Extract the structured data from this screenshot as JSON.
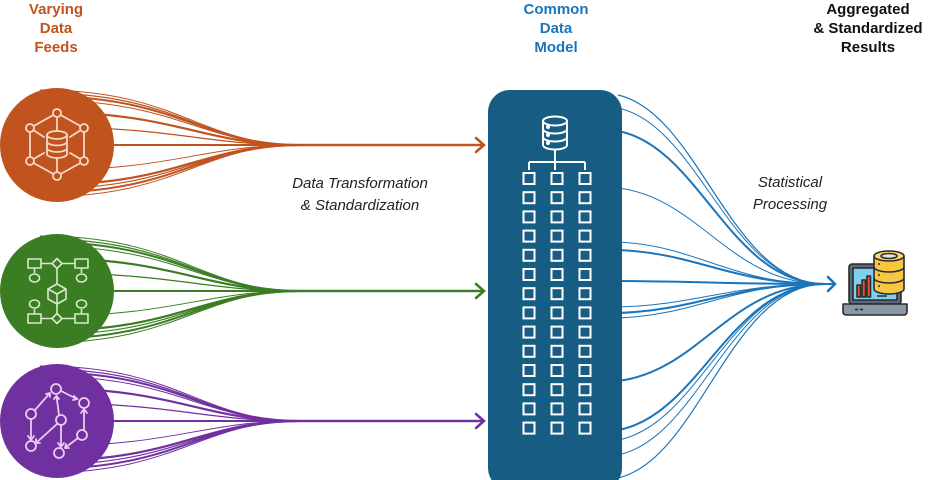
{
  "headings": {
    "feeds": {
      "lines": [
        "Varying",
        "Data",
        "Feeds"
      ],
      "color": "#C0531E"
    },
    "cdm": {
      "lines": [
        "Common",
        "Data",
        "Model"
      ],
      "color": "#1B75BB"
    },
    "results": {
      "lines": [
        "Aggregated",
        "& Standardized",
        "Results"
      ],
      "color": "#111111"
    }
  },
  "captions": {
    "transform": [
      "Data Transformation",
      "& Standardization"
    ],
    "statistical": [
      "Statistical",
      "Processing"
    ]
  },
  "feeds": [
    {
      "name": "network-database",
      "icon": "network-database-icon",
      "color": "#C0531E"
    },
    {
      "name": "flowchart",
      "icon": "flowchart-cube-icon",
      "color": "#3A7D22"
    },
    {
      "name": "graph-workflow",
      "icon": "directed-graph-icon",
      "color": "#7030A0"
    }
  ],
  "cdm": {
    "color": "#175D83",
    "icon": "database-hierarchy-icon",
    "grid_columns": 3,
    "grid_rows": 14
  },
  "output": {
    "icon": "laptop-database-chart-icon",
    "line_color": "#1B75BB"
  }
}
